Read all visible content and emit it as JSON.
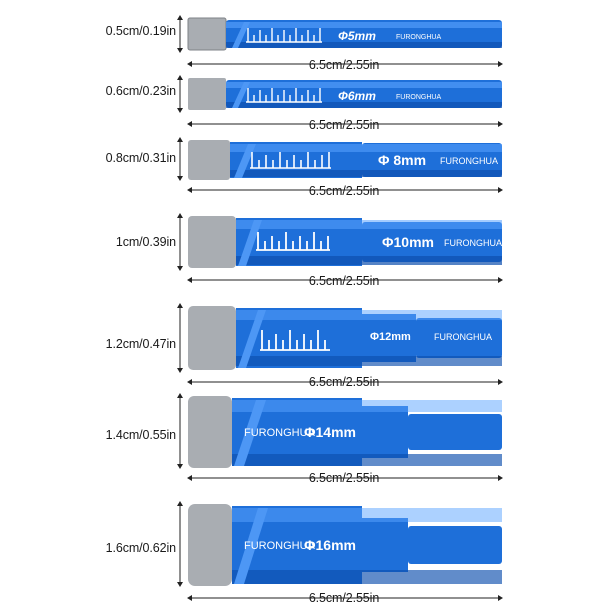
{
  "length_label": "6.5cm/2.55in",
  "brand": "FURONGHUA",
  "bits": [
    {
      "diameter_label": "0.5cm/0.19in",
      "marking": "Φ5mm"
    },
    {
      "diameter_label": "0.6cm/0.23in",
      "marking": "Φ6mm"
    },
    {
      "diameter_label": "0.8cm/0.31in",
      "marking": "Φ 8mm"
    },
    {
      "diameter_label": "1cm/0.39in",
      "marking": "Φ10mm"
    },
    {
      "diameter_label": "1.2cm/0.47in",
      "marking": "Φ12mm"
    },
    {
      "diameter_label": "1.4cm/0.55in",
      "marking": "Φ14mm"
    },
    {
      "diameter_label": "1.6cm/0.62in",
      "marking": "Φ16mm"
    }
  ],
  "colors": {
    "bit_blue": "#1e6fd9",
    "bit_blue_dark": "#0d4fae",
    "bit_highlight": "#5aa3ff",
    "diamond_grey": "#a9adb2",
    "dimension_line": "#222222"
  }
}
